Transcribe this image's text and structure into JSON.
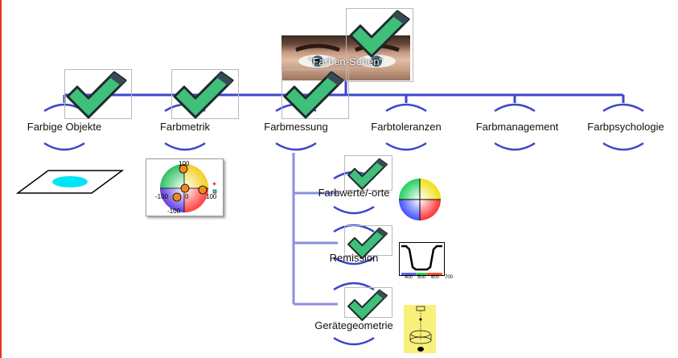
{
  "diagram": {
    "root_label": "\"Farben-Sehen\"",
    "top_nodes": [
      {
        "label": "Farbige Objekte"
      },
      {
        "label": "Farbmetrik"
      },
      {
        "label": "Farbmessung"
      },
      {
        "label": "Farbtoleranzen"
      },
      {
        "label": "Farbmanagement"
      },
      {
        "label": "Farbpsychologie"
      }
    ],
    "sub_nodes": [
      {
        "label": "Farbwerte/-orte"
      },
      {
        "label": "Remission"
      },
      {
        "label": "Gerätegeometrie"
      }
    ],
    "lab_chart_ticks": {
      "top": "100",
      "left": "-100",
      "zero": "0",
      "right": "100",
      "bottom": "-100"
    },
    "remission_ticks": [
      "400",
      "500",
      "600",
      "700"
    ],
    "colors": {
      "connector": "#3c46c8",
      "sub_connector": "#8a8fe0",
      "check": "#3fbf7a",
      "accent_left": "#e8321e"
    }
  }
}
